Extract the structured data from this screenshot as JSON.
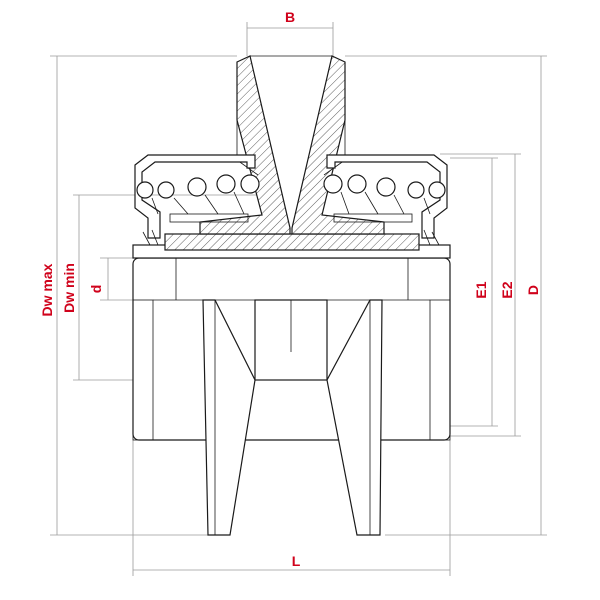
{
  "labels": {
    "B": "B",
    "L": "L",
    "Dw_max": "Dw max",
    "Dw_min": "Dw min",
    "d": "d",
    "E1": "E1",
    "E2": "E2",
    "D": "D"
  },
  "colors": {
    "label": "#d0021b",
    "outline": "#1a1a1a",
    "dimension": "#9a9a9a"
  }
}
